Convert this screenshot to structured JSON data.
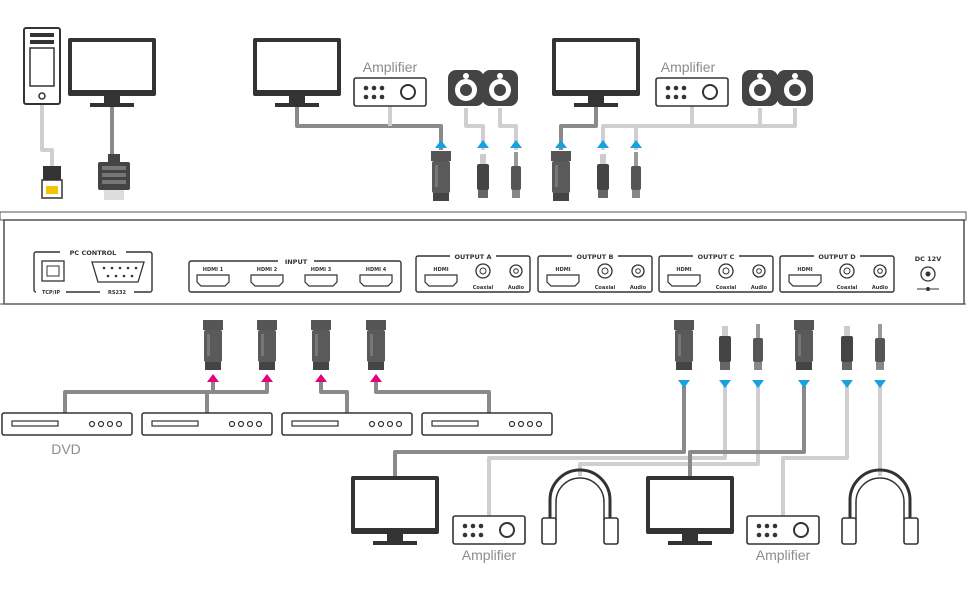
{
  "switcher": {
    "pc_control": "PC CONTROL",
    "tcpip": "TCP/IP",
    "rs232": "RS232",
    "input": "INPUT",
    "hdmi_inputs": [
      "HDMI 1",
      "HDMI 2",
      "HDMI 3",
      "HDMI 4"
    ],
    "outputs": [
      {
        "title": "OUTPUT A",
        "hdmi": "HDMI",
        "coaxial": "Coaxial",
        "audio": "Audio"
      },
      {
        "title": "OUTPUT B",
        "hdmi": "HDMI",
        "coaxial": "Coaxial",
        "audio": "Audio"
      },
      {
        "title": "OUTPUT C",
        "hdmi": "HDMI",
        "coaxial": "Coaxial",
        "audio": "Audio"
      },
      {
        "title": "OUTPUT D",
        "hdmi": "HDMI",
        "coaxial": "Coaxial",
        "audio": "Audio"
      }
    ],
    "dc": "DC 12V"
  },
  "devices": {
    "amplifier_top_left": "Amplifier",
    "amplifier_top_right": "Amplifier",
    "dvd": "DVD",
    "amplifier_bottom_left": "Amplifier",
    "amplifier_bottom_right": "Amplifier"
  },
  "colors": {
    "input_arrow": "#e6007e",
    "output_arrow": "#1aa0e0"
  }
}
